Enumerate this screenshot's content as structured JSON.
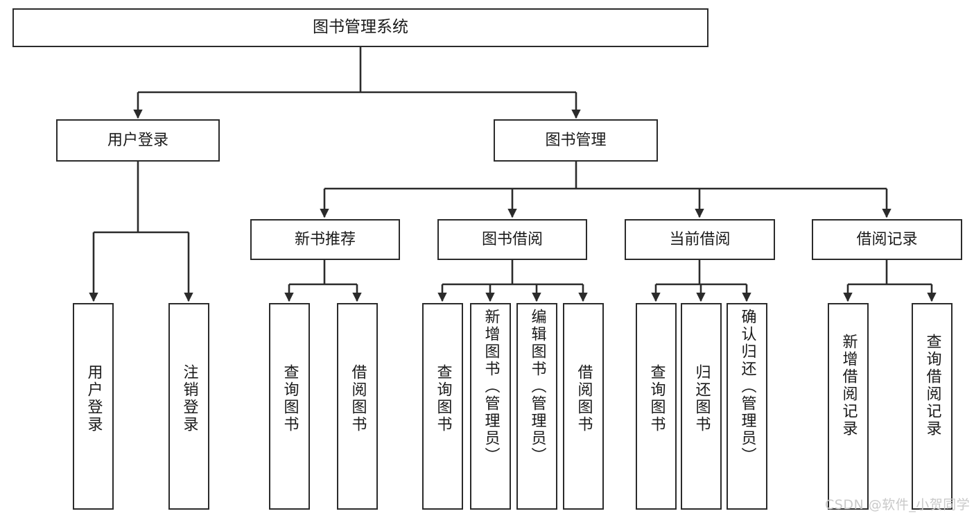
{
  "diagram": {
    "title": "图书管理系统",
    "type": "hierarchy-tree",
    "watermark": "CSDN @软件_小贺同学",
    "colors": {
      "box_border": "#2b2b2b",
      "box_fill": "#ffffff",
      "line": "#2b2b2b",
      "text": "#1a1a1a",
      "watermark": "#c9c9c9",
      "background": "#ffffff"
    },
    "nodes": {
      "root": {
        "label": "图书管理系统"
      },
      "level2": [
        {
          "label": "用户登录"
        },
        {
          "label": "图书管理"
        }
      ],
      "level3": [
        {
          "label": "新书推荐"
        },
        {
          "label": "图书借阅"
        },
        {
          "label": "当前借阅"
        },
        {
          "label": "借阅记录"
        }
      ],
      "leaves": {
        "user_login": [
          {
            "label": "用户登录"
          },
          {
            "label": "注销登录"
          }
        ],
        "new_book_recommend": [
          {
            "label": "查询图书"
          },
          {
            "label": "借阅图书"
          }
        ],
        "book_borrow": [
          {
            "label": "查询图书"
          },
          {
            "label": "新增图书（管理员）"
          },
          {
            "label": "编辑图书（管理员）"
          },
          {
            "label": "借阅图书"
          }
        ],
        "current_borrow": [
          {
            "label": "查询图书"
          },
          {
            "label": "归还图书"
          },
          {
            "label": "确认归还（管理员）"
          }
        ],
        "borrow_record": [
          {
            "label": "新增借阅记录"
          },
          {
            "label": "查询借阅记录"
          }
        ]
      }
    }
  }
}
